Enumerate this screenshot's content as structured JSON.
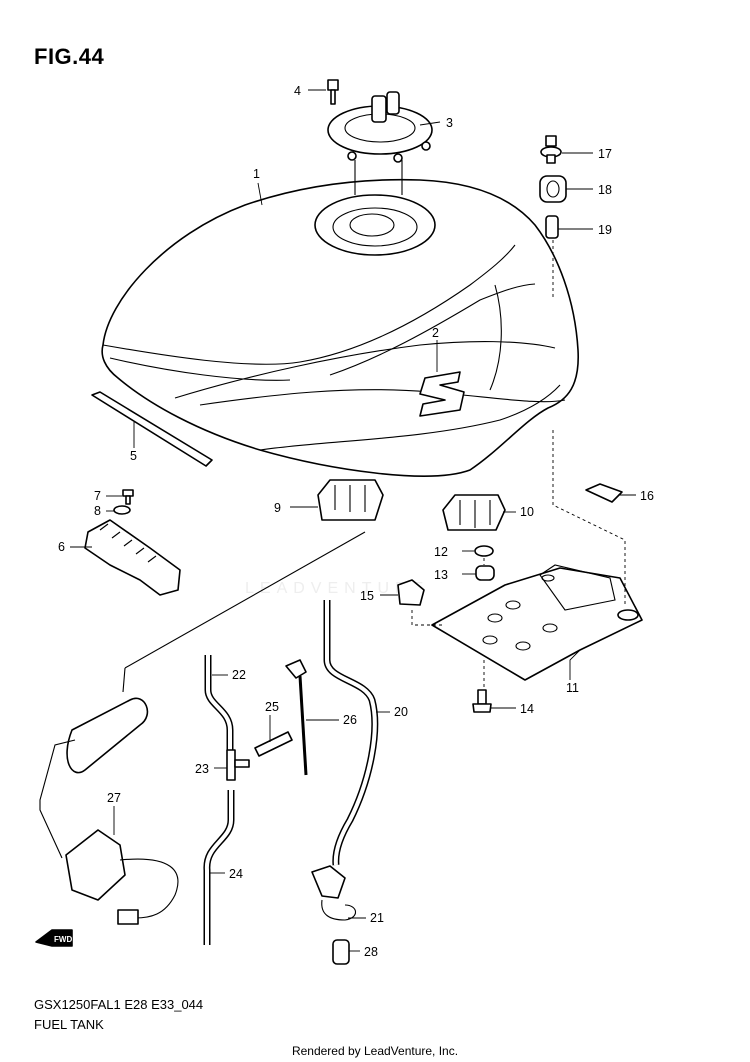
{
  "figure": {
    "title": "FIG.44",
    "model_code": "GSX1250FAL1 E28 E33_044",
    "section_name": "FUEL TANK",
    "credit": "Rendered by LeadVenture, Inc.",
    "watermark": "LEADVENTURE",
    "fwd_label": "FWD"
  },
  "callouts": [
    "1",
    "2",
    "3",
    "4",
    "5",
    "6",
    "7",
    "8",
    "9",
    "10",
    "11",
    "12",
    "13",
    "14",
    "15",
    "16",
    "17",
    "18",
    "19",
    "20",
    "21",
    "22",
    "23",
    "24",
    "25",
    "26",
    "27",
    "28"
  ]
}
